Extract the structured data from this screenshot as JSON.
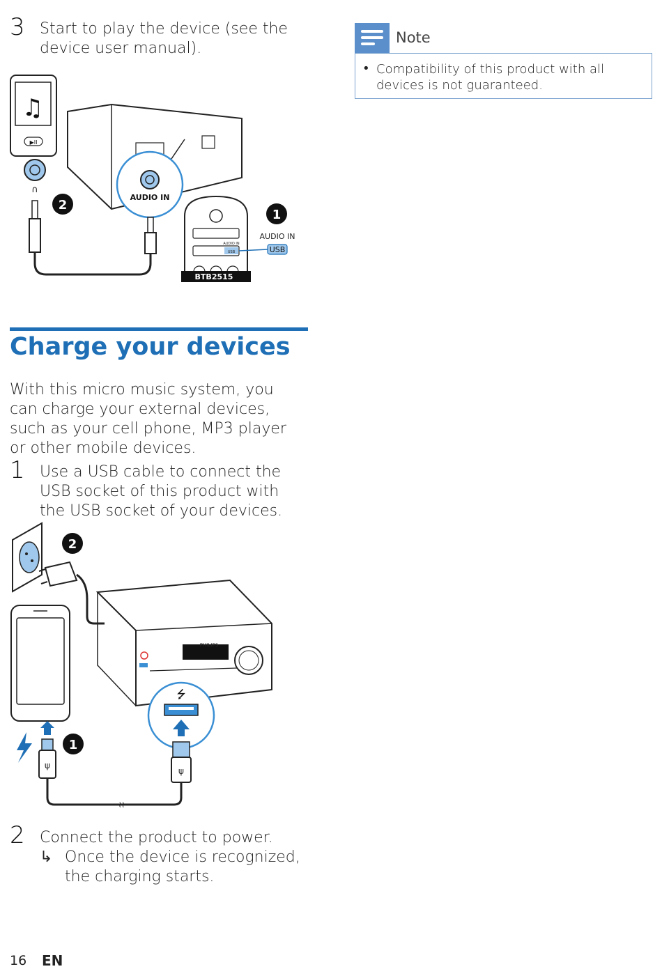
{
  "step3": {
    "number": "3",
    "text": "Start to play the device (see the device user manual)."
  },
  "figure1": {
    "callout_audio_in": "AUDIO IN",
    "badge_1": "1",
    "badge_2": "2",
    "right_label_audio_in": "AUDIO IN",
    "right_label_usb": "USB",
    "remote_label_audio_in": "AUDIO IN",
    "remote_label_usb": "USB",
    "model_label": "BTB2515"
  },
  "note": {
    "title": "Note",
    "bullet": "•",
    "text": "Compatibility of this product with all devices is not guaranteed."
  },
  "section": {
    "title": "Charge your devices"
  },
  "intro": "With this micro music system, you can charge your external devices, such as your cell phone, MP3 player or other mobile devices.",
  "step1": {
    "number": "1",
    "text": "Use a USB cable to connect the USB socket of this product with the USB socket of your devices."
  },
  "figure2": {
    "badge_1": "1",
    "badge_2": "2",
    "brand": "PHILIPS"
  },
  "step2": {
    "number": "2",
    "text": "Connect the product to power.",
    "arrow": "↳",
    "result": "Once the device is recognized, the charging starts."
  },
  "footer": {
    "page_number": "16",
    "language": "EN"
  },
  "colors": {
    "accent": "#1e6fb5",
    "note_icon": "#5b8fcc",
    "usb_blue": "#3a8fd4",
    "light_blue": "#9fc8ec"
  }
}
